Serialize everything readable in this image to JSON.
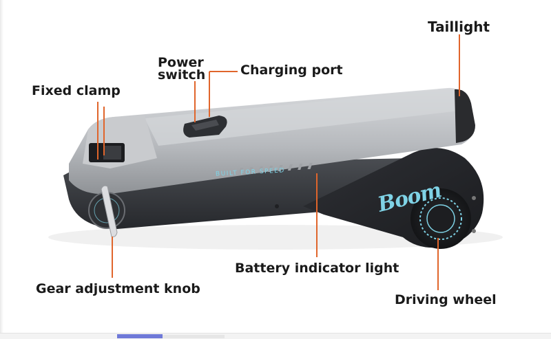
{
  "labels": {
    "taillight": "Taillight",
    "power_switch": "Power switch",
    "charging_port": "Charging port",
    "fixed_clamp": "Fixed clamp",
    "battery_indicator": "Battery indicator light",
    "gear_knob": "Gear adjustment knob",
    "driving_wheel": "Driving wheel"
  },
  "product": {
    "body_print": "BUILT FOR SPEED",
    "logo": "Boom"
  },
  "colors": {
    "leader_line": "#e0652b",
    "logo": "#7fd3e6",
    "body_silver": "#b9bcc0",
    "body_dark": "#3a3d42"
  }
}
